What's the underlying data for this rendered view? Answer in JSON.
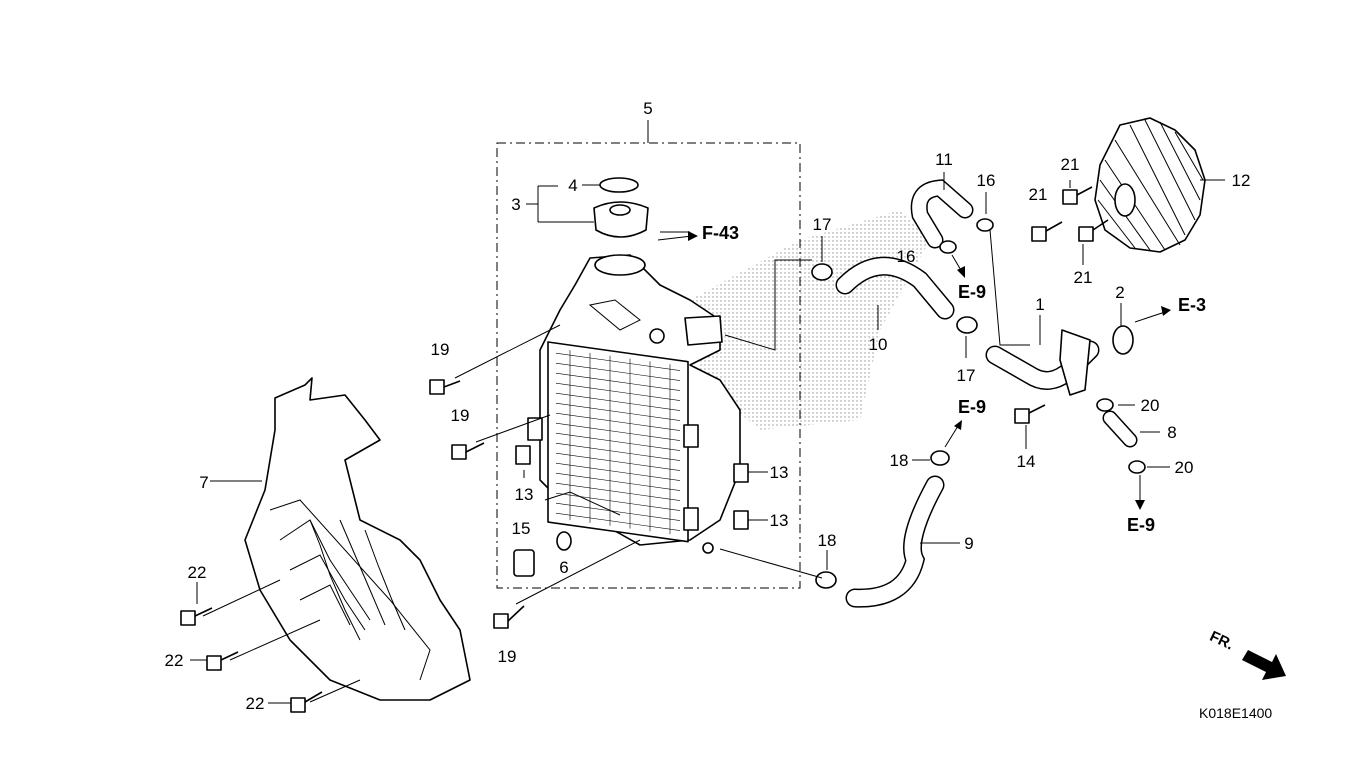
{
  "diagram": {
    "callouts": {
      "c1": "1",
      "c2": "2",
      "c3": "3",
      "c4": "4",
      "c5": "5",
      "c6": "6",
      "c7": "7",
      "c8": "8",
      "c9": "9",
      "c10": "10",
      "c11": "11",
      "c12": "12",
      "c13a": "13",
      "c13b": "13",
      "c13c": "13",
      "c14": "14",
      "c15": "15",
      "c16a": "16",
      "c16b": "16",
      "c17a": "17",
      "c17b": "17",
      "c18a": "18",
      "c18b": "18",
      "c19a": "19",
      "c19b": "19",
      "c19c": "19",
      "c20a": "20",
      "c20b": "20",
      "c21a": "21",
      "c21b": "21",
      "c21c": "21",
      "c22a": "22",
      "c22b": "22",
      "c22c": "22"
    },
    "refs": {
      "f43": "F-43",
      "e9a": "E-9",
      "e9b": "E-9",
      "e9c": "E-9",
      "e3": "E-3"
    },
    "front_marker": "FR.",
    "figure_code": "K018E1400"
  }
}
